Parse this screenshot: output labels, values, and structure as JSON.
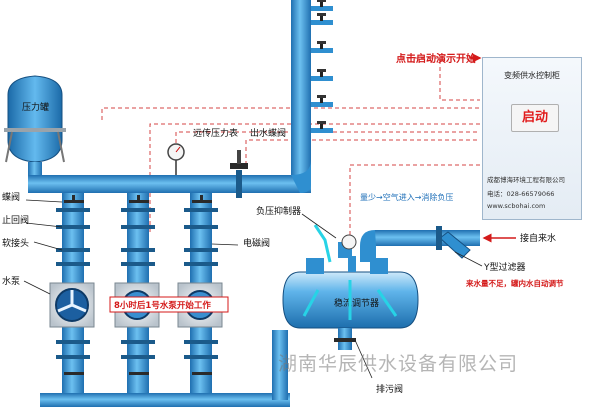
{
  "labels": {
    "pressure_tank": "压力罐",
    "remote_gauge": "远传压力表",
    "outlet_valve": "出水蝶阀",
    "butterfly_valve": "蝶阀",
    "check_valve": "止回阀",
    "soft_joint": "软接头",
    "pump": "水泵",
    "solenoid_valve": "电磁阀",
    "suppressor": "负压抑制器",
    "stabilizer_tank": "稳流调节器",
    "y_filter": "Y型过滤器",
    "drain_valve": "排污阀",
    "inlet": "接自来水",
    "negative_pressure_note": "量少→空气进入→消除负压",
    "low_flow_note": "来水量不足，罐内水自动调节",
    "pump_note": "8小时后1号水泵开始工作",
    "demo_hint": "点击启动演示开始"
  },
  "control_cabinet": {
    "title": "变频供水控制柜",
    "start_button": "启动",
    "company": "成都博海环境工程有限公司",
    "phone": "电话：028-66579066",
    "website": "www.scbohai.com"
  },
  "watermark": "湖南华辰供水设备有限公司",
  "colors": {
    "pipe": "#2f8fd0",
    "pipe_light": "#7cc4ee",
    "water": "#3aa0e4",
    "flange": "#1b5a8a",
    "accent_red": "#d41a1a",
    "dashed_red": "#d64545",
    "arrow_cyan": "#27d3e6"
  }
}
